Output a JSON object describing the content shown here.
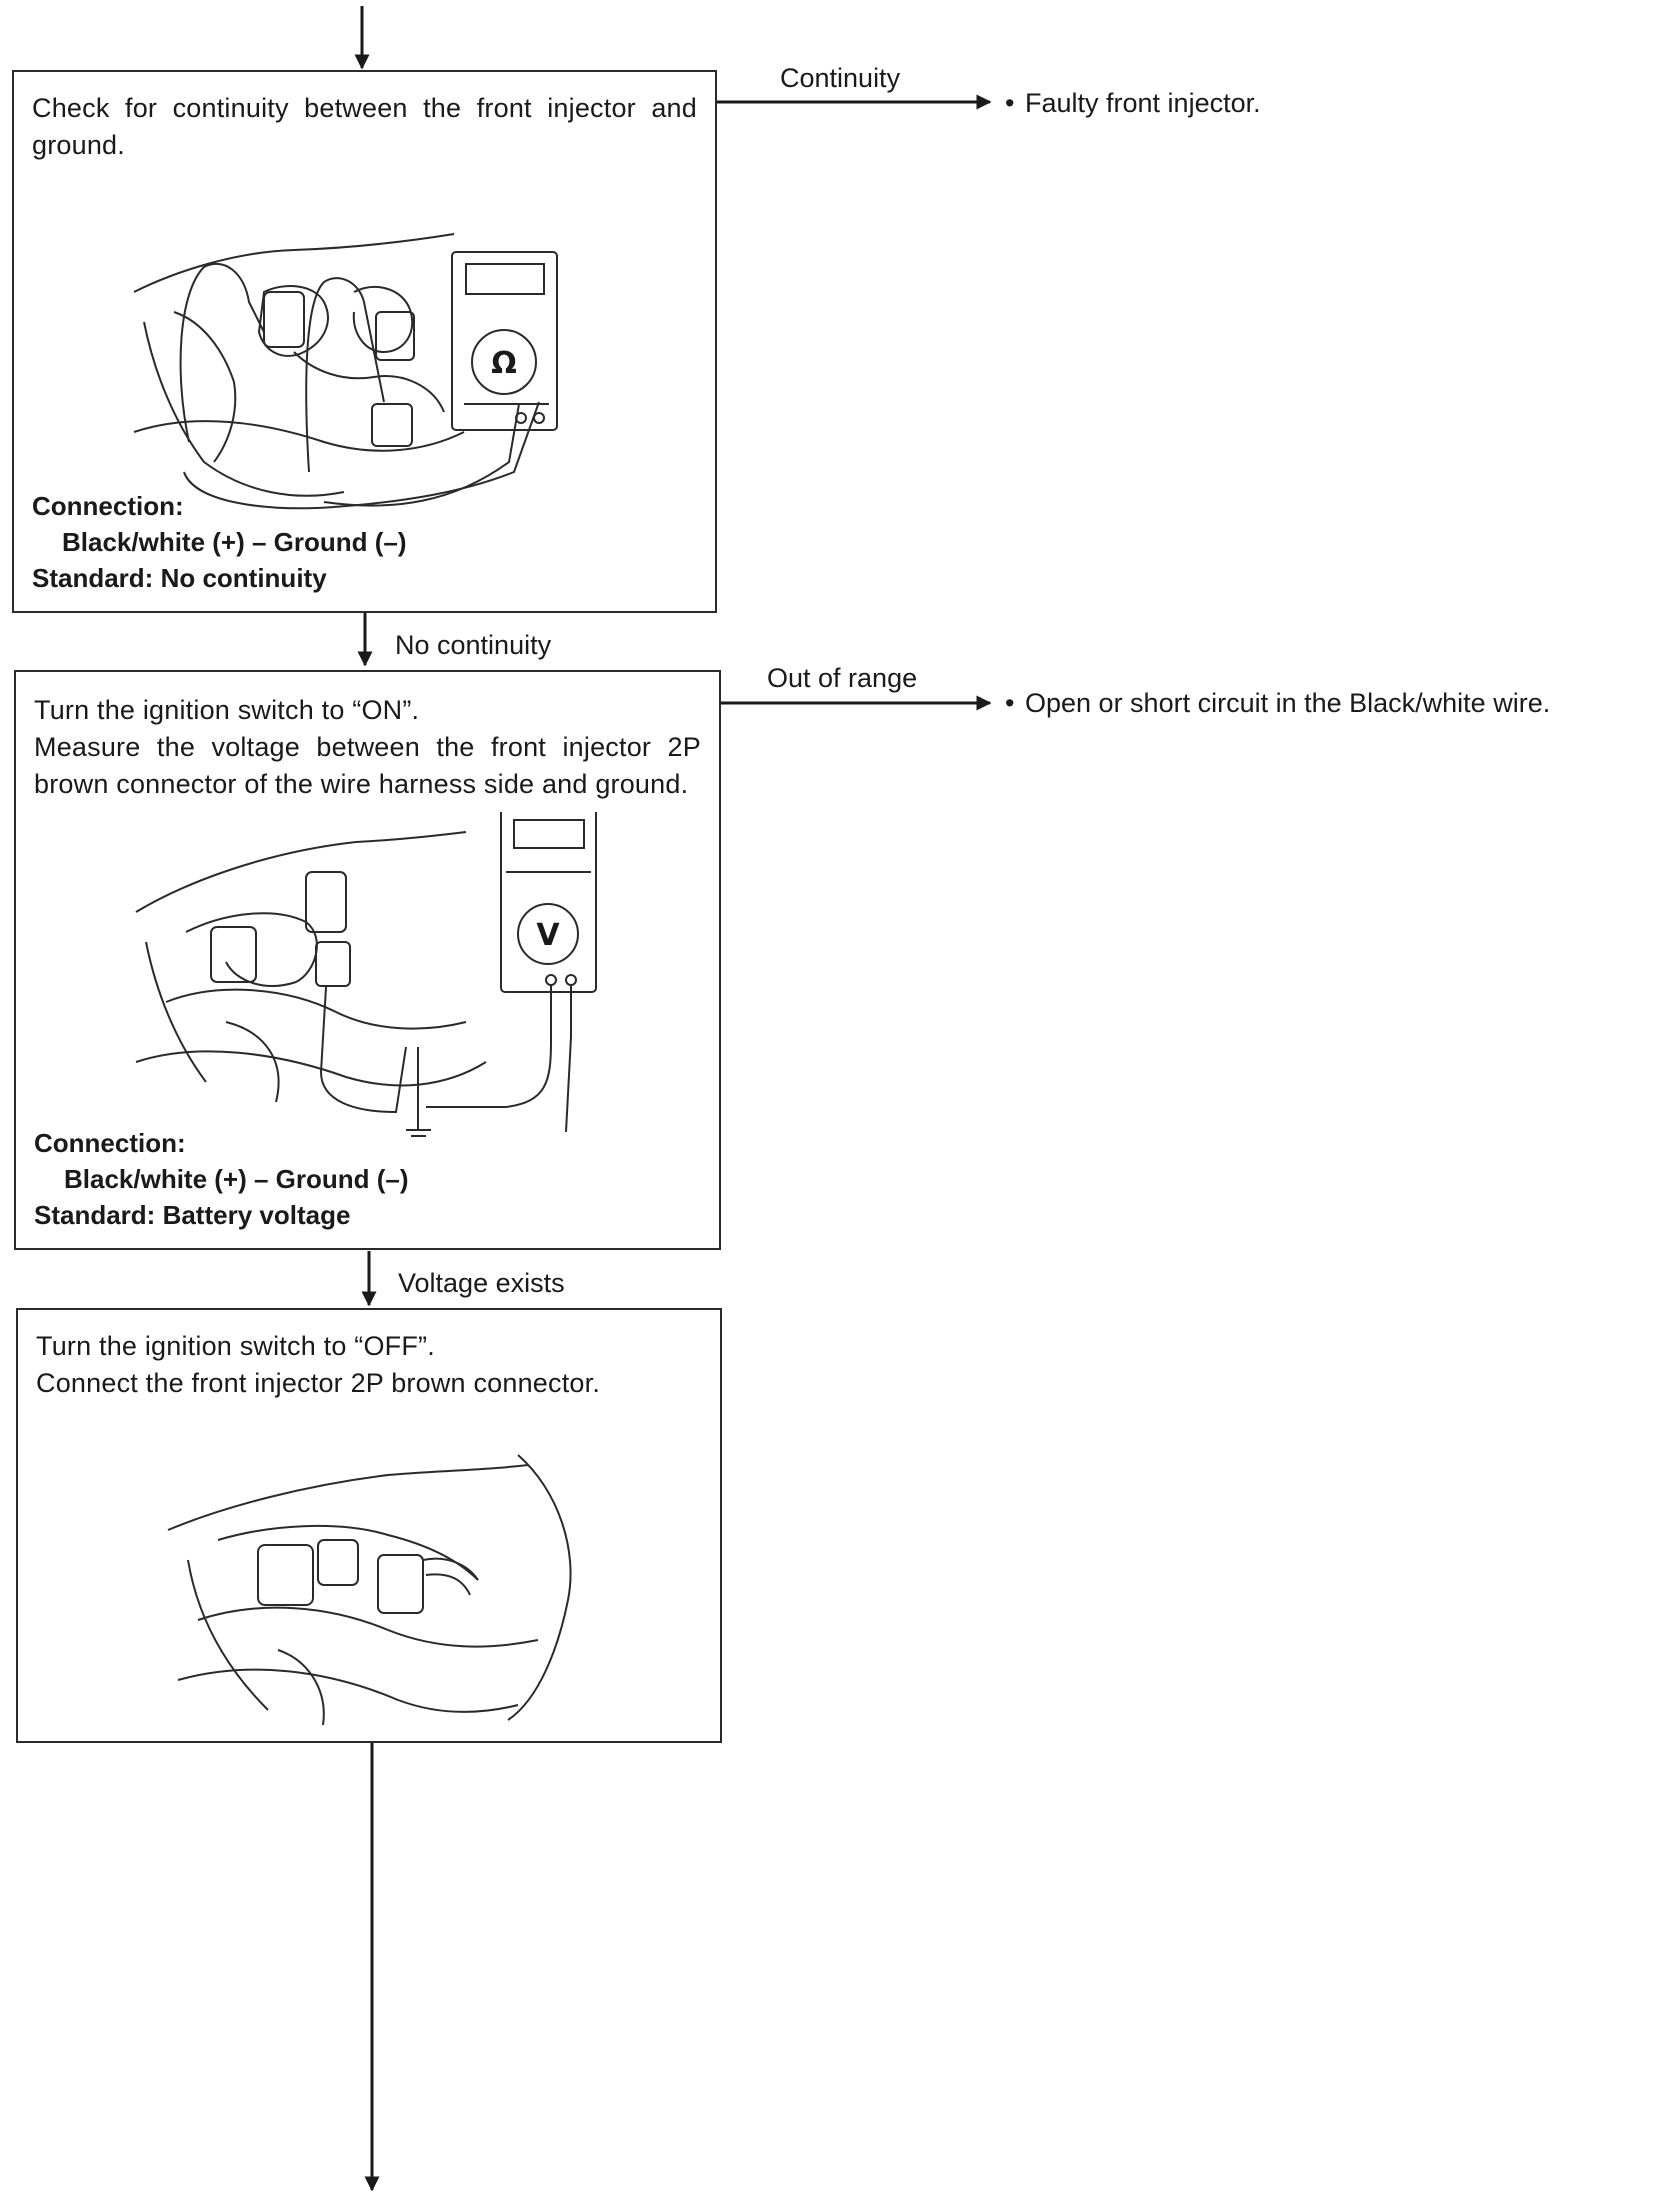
{
  "steps": [
    {
      "text": "Check for continuity between the front injector and ground.",
      "meter_symbol": "Ω",
      "connection_label": "Connection:",
      "connection_value": "Black/white (+) – Ground (–)",
      "standard": "Standard: No continuity"
    },
    {
      "lines": [
        "Turn the ignition switch to “ON”.",
        "Measure the voltage between the front injector 2P brown connector of the wire harness side and ground."
      ],
      "meter_symbol": "V",
      "connection_label": "Connection:",
      "connection_value": "Black/white (+) – Ground (–)",
      "standard": "Standard: Battery voltage"
    },
    {
      "lines": [
        "Turn the ignition switch to “OFF”.",
        "Connect the front injector 2P brown connector."
      ]
    }
  ],
  "transitions": {
    "step1_to_step2": "No continuity",
    "step2_to_step3": "Voltage exists"
  },
  "branches": [
    {
      "label": "Continuity",
      "result": "Faulty front injector."
    },
    {
      "label": "Out of range",
      "result": "Open or short circuit in the Black/white wire."
    }
  ],
  "bullet": "•"
}
